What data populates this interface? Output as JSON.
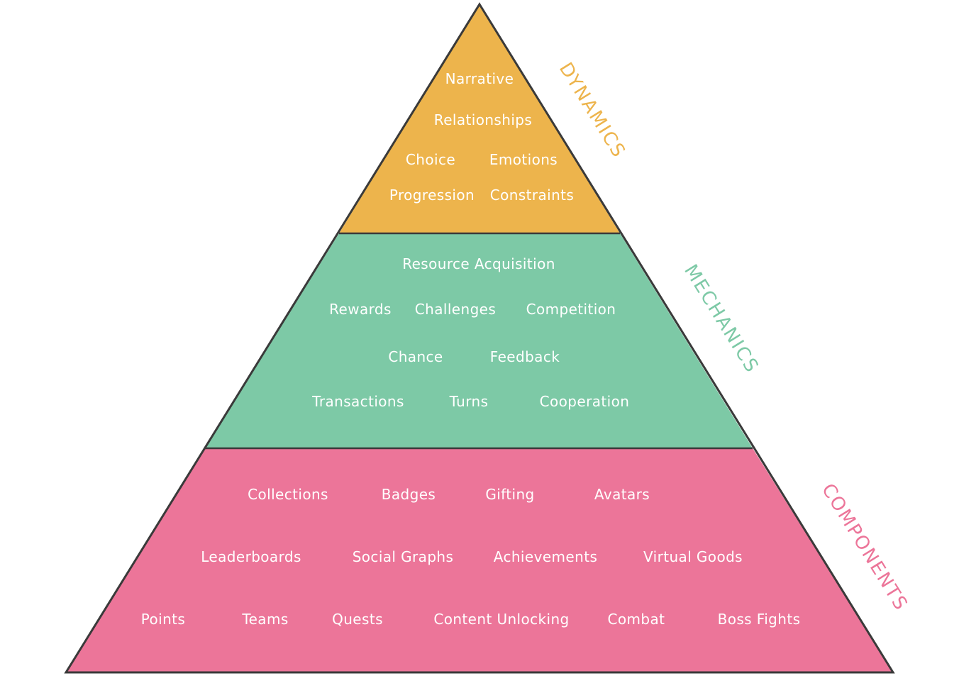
{
  "diagram": {
    "colors": {
      "dynamics": "#EDB44C",
      "mechanics": "#7DC9A6",
      "components": "#EC7599",
      "outline": "#3A3A3A",
      "item_text": "#FFFFFF"
    },
    "tiers": {
      "dynamics": {
        "label": "DYNAMICS",
        "items": [
          "Narrative",
          "Relationships",
          "Choice",
          "Emotions",
          "Progression",
          "Constraints"
        ]
      },
      "mechanics": {
        "label": "MECHANICS",
        "items": [
          "Resource Acquisition",
          "Rewards",
          "Challenges",
          "Competition",
          "Chance",
          "Feedback",
          "Transactions",
          "Turns",
          "Cooperation"
        ]
      },
      "components": {
        "label": "COMPONENTS",
        "items": [
          "Collections",
          "Badges",
          "Gifting",
          "Avatars",
          "Leaderboards",
          "Social Graphs",
          "Achievements",
          "Virtual Goods",
          "Points",
          "Teams",
          "Quests",
          "Content Unlocking",
          "Combat",
          "Boss Fights"
        ]
      }
    }
  }
}
